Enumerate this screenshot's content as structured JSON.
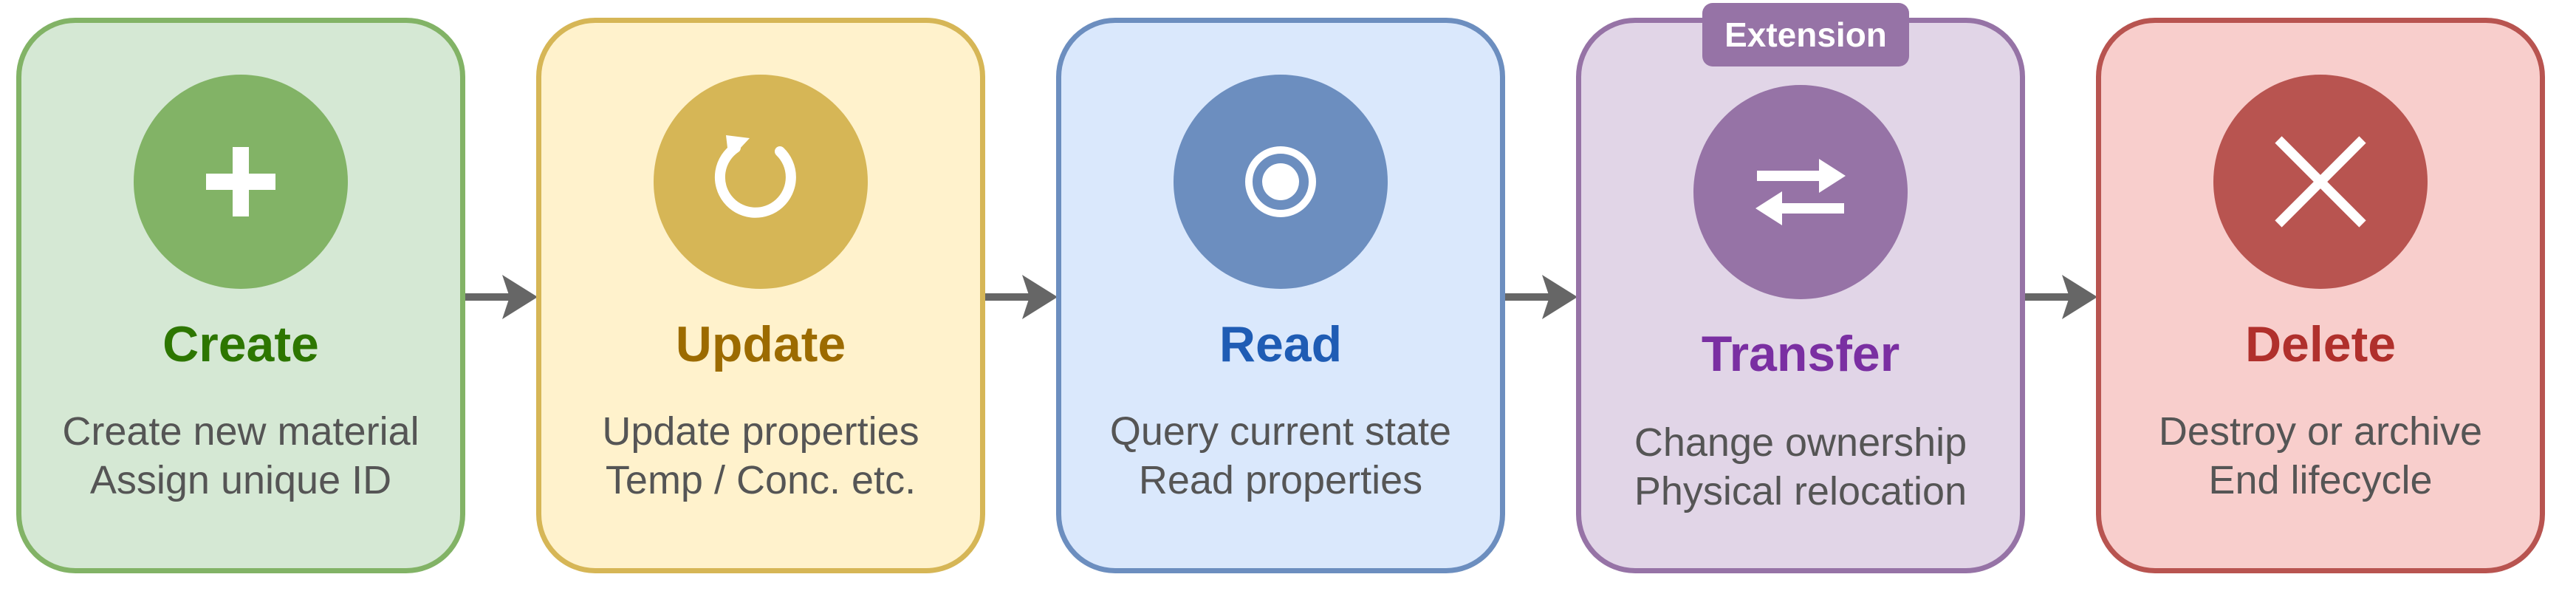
{
  "steps": [
    {
      "title": "Create",
      "lines": [
        "Create new material",
        "Assign unique ID"
      ],
      "icon": "plus-icon",
      "colors": {
        "fill": "#d5e8d4",
        "border": "#82b366",
        "circle": "#82b366",
        "title": "#2d7600"
      }
    },
    {
      "title": "Update",
      "lines": [
        "Update properties",
        "Temp / Conc. etc."
      ],
      "icon": "refresh-icon",
      "colors": {
        "fill": "#fff2cc",
        "border": "#d6b656",
        "circle": "#d6b656",
        "title": "#9c6b00"
      }
    },
    {
      "title": "Read",
      "lines": [
        "Query current state",
        "Read properties"
      ],
      "icon": "target-icon",
      "colors": {
        "fill": "#dae8fc",
        "border": "#6c8ebf",
        "circle": "#6c8ebf",
        "title": "#1f5cb4"
      }
    },
    {
      "title": "Transfer",
      "lines": [
        "Change ownership",
        "Physical relocation"
      ],
      "icon": "swap-icon",
      "badge": "Extension",
      "colors": {
        "fill": "#e1d5e7",
        "border": "#9673a6",
        "circle": "#9673a6",
        "title": "#7a2fa2"
      }
    },
    {
      "title": "Delete",
      "lines": [
        "Destroy or archive",
        "End lifecycle"
      ],
      "icon": "close-icon",
      "colors": {
        "fill": "#f8cecc",
        "border": "#b85450",
        "circle": "#b85450",
        "title": "#b0302c"
      }
    }
  ],
  "arrow_color": "#666666"
}
